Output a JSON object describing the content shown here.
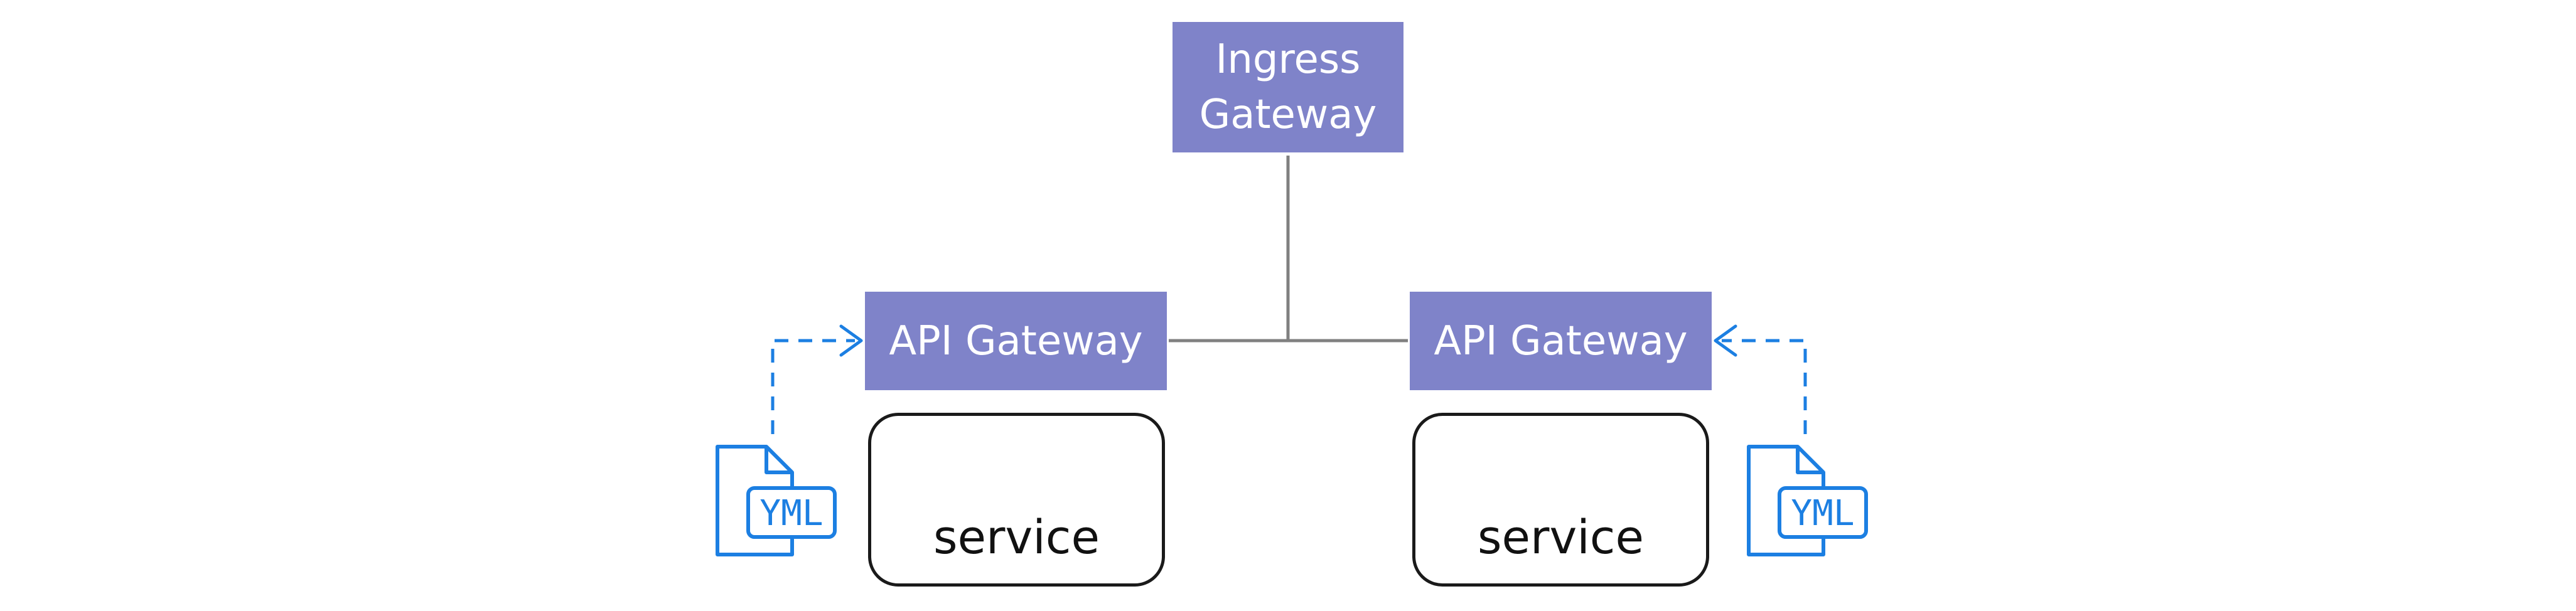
{
  "diagram": {
    "ingress": {
      "line1": "Ingress",
      "line2": "Gateway"
    },
    "api_gateway_left": {
      "label": "API Gateway"
    },
    "api_gateway_right": {
      "label": "API Gateway"
    },
    "service_left": {
      "label": "service"
    },
    "service_right": {
      "label": "service"
    },
    "yml_left": {
      "label": "YML",
      "icon": "yaml-file-icon"
    },
    "yml_right": {
      "label": "YML",
      "icon": "yaml-file-icon"
    },
    "colors": {
      "gateway_fill": "#7f83c9",
      "connector": "#808080",
      "config_link": "#1c7fe2",
      "service_border": "#1a1a1a"
    }
  }
}
